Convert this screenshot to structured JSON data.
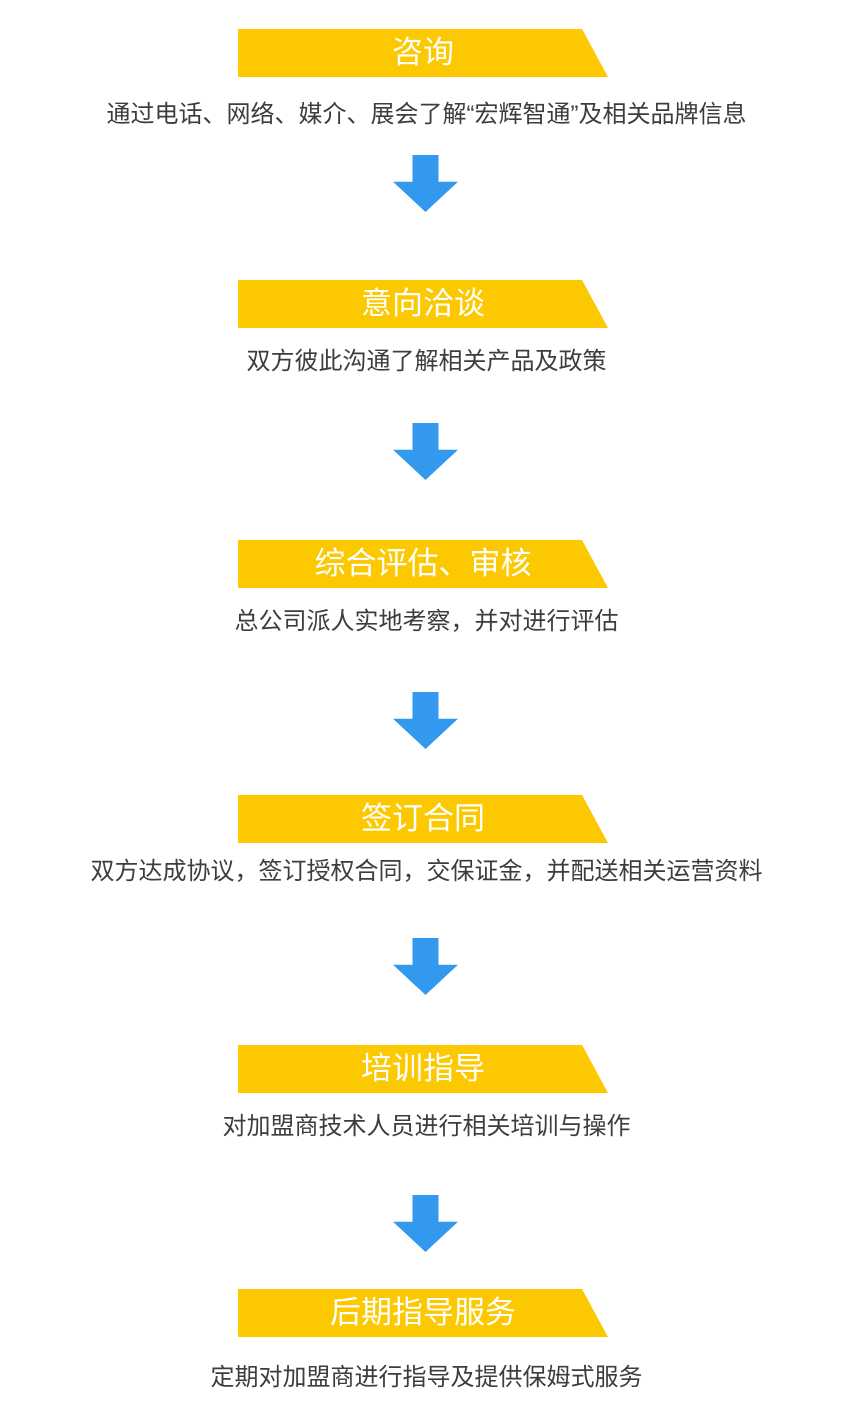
{
  "colors": {
    "banner_yellow": "#fcc800",
    "arrow_blue": "#3399ee",
    "description_text": "#3d3d3d",
    "banner_text": "#ffffff",
    "page_bg": "#ffffff"
  },
  "diagram": {
    "type": "vertical-process-flow",
    "connector_icon": "down-arrow"
  },
  "steps": [
    {
      "title": "咨询",
      "description": "通过电话、网络、媒介、展会了解“宏辉智通”及相关品牌信息"
    },
    {
      "title": "意向洽谈",
      "description": "双方彼此沟通了解相关产品及政策"
    },
    {
      "title": "综合评估、审核",
      "description": "总公司派人实地考察，并对进行评估"
    },
    {
      "title": "签订合同",
      "description": "双方达成协议，签订授权合同，交保证金，并配送相关运营资料"
    },
    {
      "title": "培训指导",
      "description": "对加盟商技术人员进行相关培训与操作"
    },
    {
      "title": "后期指导服务",
      "description": "定期对加盟商进行指导及提供保姆式服务"
    }
  ]
}
